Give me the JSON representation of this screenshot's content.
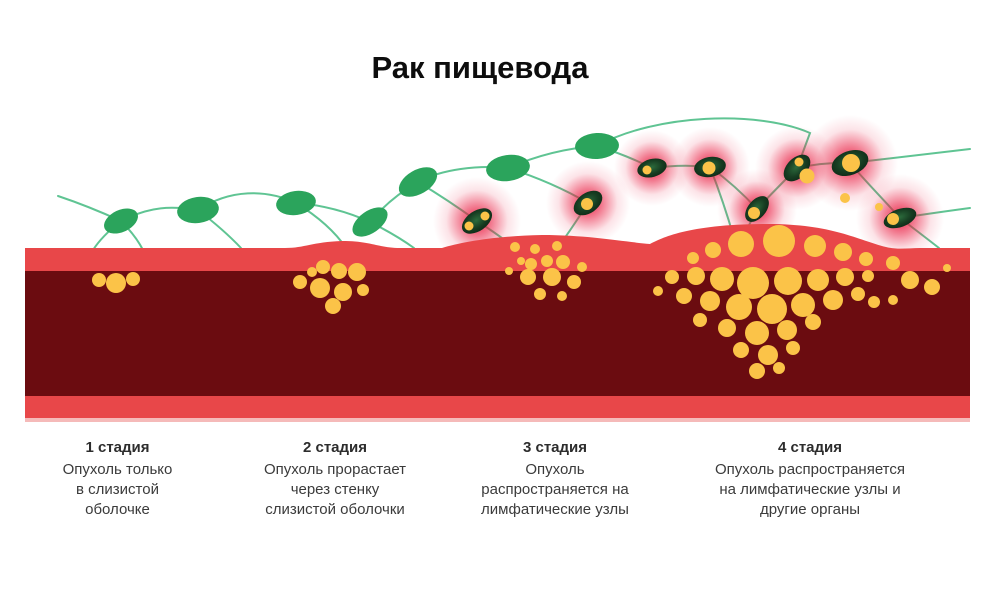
{
  "title": "Рак пищевода",
  "stages": [
    {
      "name": "1 стадия",
      "lines": [
        "Опухоль только",
        "в слизистой",
        "оболочке"
      ]
    },
    {
      "name": "2 стадия",
      "lines": [
        "Опухоль прорастает",
        "через стенку",
        "слизистой оболочки"
      ]
    },
    {
      "name": "3 стадия",
      "lines": [
        "Опухоль",
        "распространяется на",
        "лимфатические узлы"
      ]
    },
    {
      "name": "4 стадия",
      "lines": [
        "Опухоль распространяется",
        "на лимфатические узлы и",
        "другие органы"
      ]
    }
  ],
  "illustration": {
    "healthy_lymph_nodes": 7,
    "affected_lymph_nodes": 8,
    "tumor_clusters": 4
  },
  "colors": {
    "band_red": "#E84749",
    "wall_dark": "#6B0C10",
    "band_edge_pink": "#F2A3A1",
    "tumor_yellow": "#FBC348",
    "lymph_green": "#2BA45C",
    "vessel_green": "#5FC493",
    "glow_red": "#E8173C",
    "title_color": "#0D0D0D",
    "label_color": "#3B3B3B"
  }
}
